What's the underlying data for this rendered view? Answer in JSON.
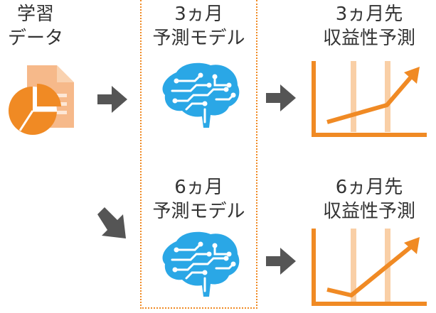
{
  "input": {
    "label_line1": "学習",
    "label_line2": "データ"
  },
  "models": [
    {
      "title_line1": "3ヵ月",
      "title_line2": "予測モデル"
    },
    {
      "title_line1": "6ヵ月",
      "title_line2": "予測モデル"
    }
  ],
  "outputs": [
    {
      "title_line1": "3ヵ月先",
      "title_line2": "収益性予測"
    },
    {
      "title_line1": "6ヵ月先",
      "title_line2": "収益性予測"
    }
  ],
  "colors": {
    "accent": "#f08a24",
    "accent_light": "#f9cfa6",
    "brain": "#2aa7e6",
    "arrow": "#555555",
    "doc": "#f4b183",
    "pie": "#f08a24"
  }
}
